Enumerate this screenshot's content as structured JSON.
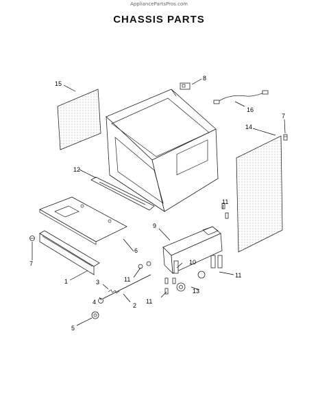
{
  "watermark": "AppliancePartsPros.com",
  "title": "CHASSIS PARTS",
  "callouts": [
    "1",
    "2",
    "3",
    "4",
    "5",
    "6",
    "7",
    "7",
    "8",
    "9",
    "10",
    "11",
    "11",
    "11",
    "11",
    "12",
    "13",
    "14",
    "15",
    "16"
  ]
}
